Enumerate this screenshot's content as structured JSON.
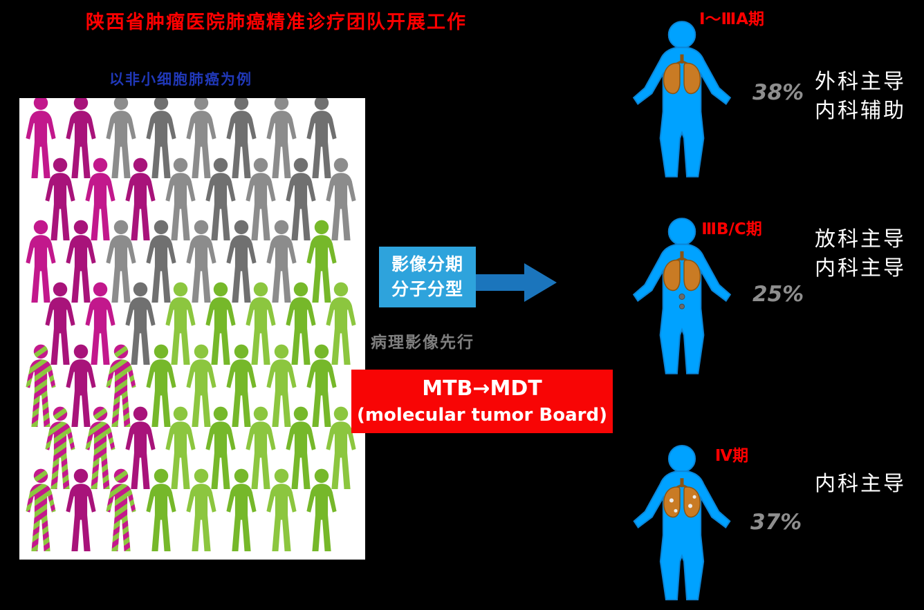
{
  "slide": {
    "title": "陕西省肿瘤医院肺癌精准诊疗团队开展工作",
    "subtitle": "以非小细胞肺癌为例",
    "process_box": {
      "line1": "影像分期",
      "line2": "分子分型"
    },
    "note": "病理影像先行",
    "mtb_box": {
      "line1": "MTB→MDT",
      "line2": "(molecular tumor Board)"
    }
  },
  "stages": [
    {
      "label": "Ⅰ～ⅢA期",
      "percent": "38%",
      "roles": [
        "外科主导",
        "内科辅助"
      ]
    },
    {
      "label": "ⅢB/C期",
      "percent": "25%",
      "roles": [
        "放科主导",
        "内科主导"
      ]
    },
    {
      "label": "Ⅳ期",
      "percent": "37%",
      "roles": [
        "内科主导"
      ]
    }
  ],
  "crowd": {
    "legend": {
      "M": "magenta-person",
      "G": "gray-person",
      "N": "green-person",
      "S": "striped-magenta-green-person"
    },
    "rows": [
      "MMGGGGGG",
      "MMMGGGGG",
      "MMGGGGGN",
      "MMGNNNNN",
      "SMSNNNNN",
      "SSMNNNNN",
      "SMSNNNNN"
    ],
    "shades": {
      "M": [
        "#C2188C",
        "#A8137A"
      ],
      "G": [
        "#8C8C8C",
        "#707070"
      ],
      "N": [
        "#8CC63F",
        "#76B82A"
      ]
    }
  },
  "icons": {
    "flow-arrow-icon": "right-pointing block arrow",
    "human-body-icon": "blue human silhouette with lungs",
    "lungs-icon": "orange lungs with trachea",
    "person-silhouette-icon": "standing person silhouette"
  },
  "colors": {
    "background": "#000000",
    "title_red": "#FF0000",
    "subtitle_blue": "#2038B8",
    "process_box_blue": "#2EA3DC",
    "arrow_blue": "#1B75BC",
    "mtb_red": "#F80505",
    "stage_label_red": "#FF0000",
    "percent_gray": "#8E8E8E",
    "note_gray": "#7F7F7F",
    "body_blue": "#00A2FF",
    "lung_orange": "#C97B24",
    "crowd_panel_white": "#FFFFFF"
  }
}
